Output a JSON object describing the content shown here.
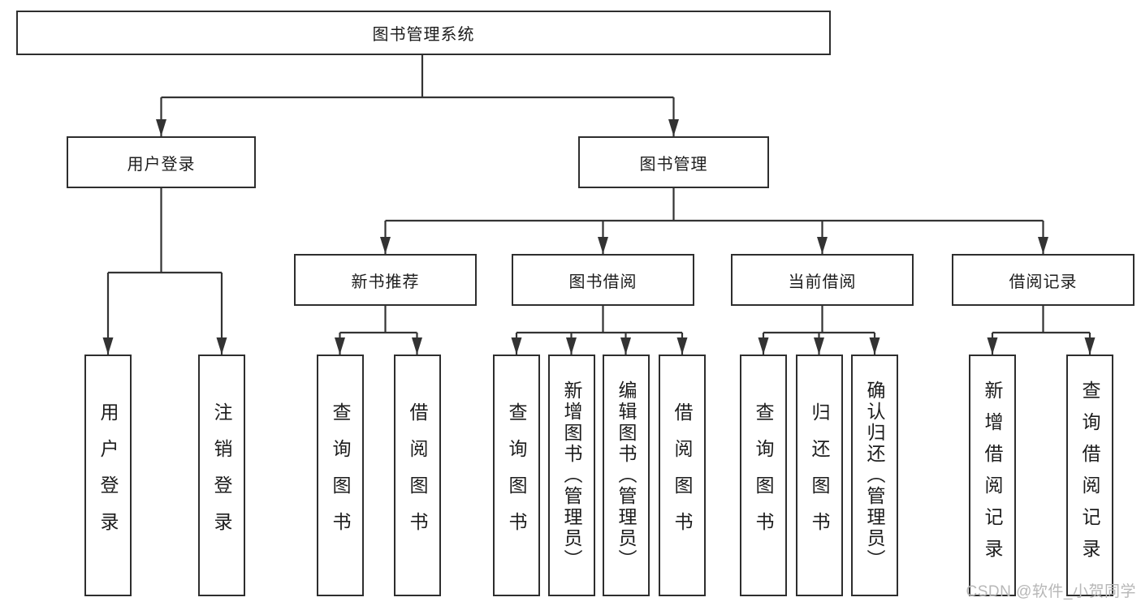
{
  "colors": {
    "line": "#333333",
    "box_border": "#2e2e2e",
    "text": "#1c1c1c",
    "watermark": "#b7b7b7",
    "background": "#ffffff"
  },
  "watermark": "CSDN @软件_小贺同学",
  "tree": {
    "label": "图书管理系统",
    "children": [
      {
        "label": "用户登录",
        "children": [
          {
            "label": "用户登录"
          },
          {
            "label": "注销登录"
          }
        ]
      },
      {
        "label": "图书管理",
        "children": [
          {
            "label": "新书推荐",
            "children": [
              {
                "label": "查询图书"
              },
              {
                "label": "借阅图书"
              }
            ]
          },
          {
            "label": "图书借阅",
            "children": [
              {
                "label": "查询图书"
              },
              {
                "label": "新增图书（管理员）"
              },
              {
                "label": "编辑图书（管理员）"
              },
              {
                "label": "借阅图书"
              }
            ]
          },
          {
            "label": "当前借阅",
            "children": [
              {
                "label": "查询图书"
              },
              {
                "label": "归还图书"
              },
              {
                "label": "确认归还（管理员）"
              }
            ]
          },
          {
            "label": "借阅记录",
            "children": [
              {
                "label": "新增借阅记录"
              },
              {
                "label": "查询借阅记录"
              }
            ]
          }
        ]
      }
    ]
  }
}
